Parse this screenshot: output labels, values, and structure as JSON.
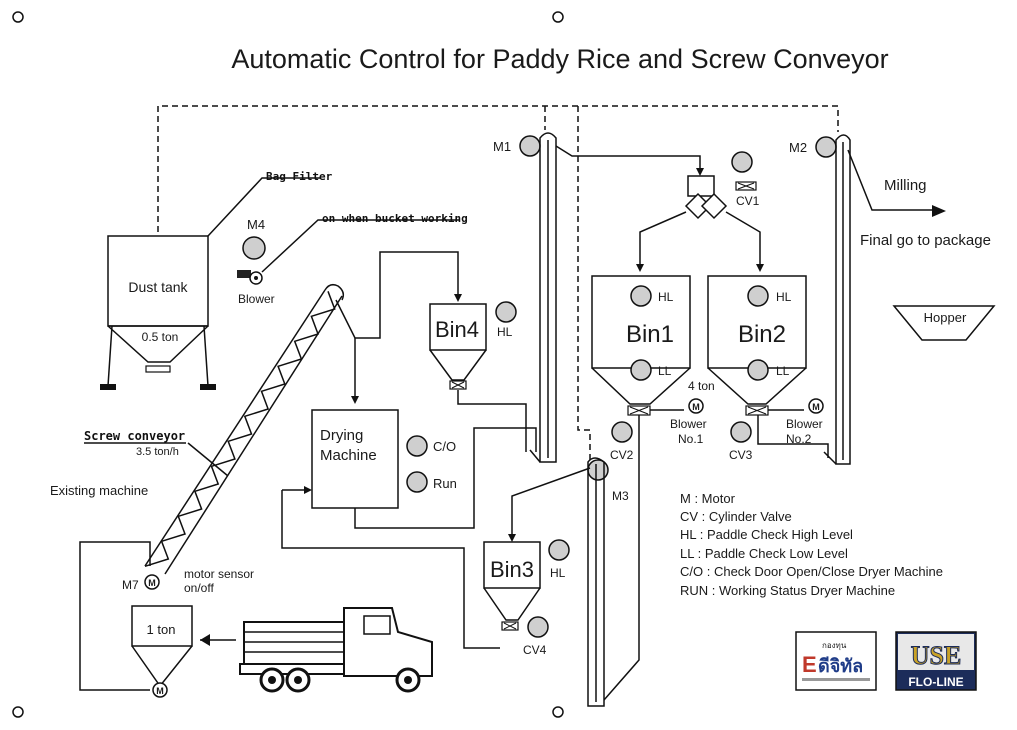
{
  "title": "Automatic Control for Paddy Rice and Screw Conveyor",
  "labels": {
    "bag_filter": "Bag Filter",
    "bucket_note": "on when bucket working",
    "m4": "M4",
    "dust_tank": "Dust tank",
    "dust_tank_cap": "0.5 ton",
    "blower": "Blower",
    "screw_conveyor": "Screw conveyor",
    "screw_cap": "3.5 ton/h",
    "existing_machine": "Existing machine",
    "m7": "M7",
    "motor_sensor_1": "motor sensor",
    "motor_sensor_2": "on/off",
    "one_ton": "1 ton",
    "bin4": "Bin4",
    "hl": "HL",
    "ll": "LL",
    "drying_1": "Drying",
    "drying_2": "Machine",
    "co": "C/O",
    "run": "RUN",
    "run_label": "Run",
    "bin3": "Bin3",
    "cv4": "CV4",
    "m1": "M1",
    "m2": "M2",
    "m3": "M3",
    "cv1": "CV1",
    "cv2": "CV2",
    "cv3": "CV3",
    "bin1": "Bin1",
    "bin2": "Bin2",
    "four_ton": "4 ton",
    "blower_no1_a": "Blower",
    "blower_no1_b": "No.1",
    "blower_no2_a": "Blower",
    "blower_no2_b": "No.2",
    "milling": "Milling",
    "final": "Final go to package",
    "hopper": "Hopper",
    "motor_symbol": "M"
  },
  "legend": [
    "M : Motor",
    "CV : Cylinder Valve",
    "HL : Paddle Check High Level",
    "LL : Paddle Check Low Level",
    "C/O : Check Door Open/Close Dryer Machine",
    "RUN : Working Status Dryer Machine"
  ],
  "logos": {
    "left_thai": "ดีจิทัล",
    "left_prefix": "กองทุน",
    "right_top": "USE",
    "right_bottom": "FLO-LINE"
  }
}
